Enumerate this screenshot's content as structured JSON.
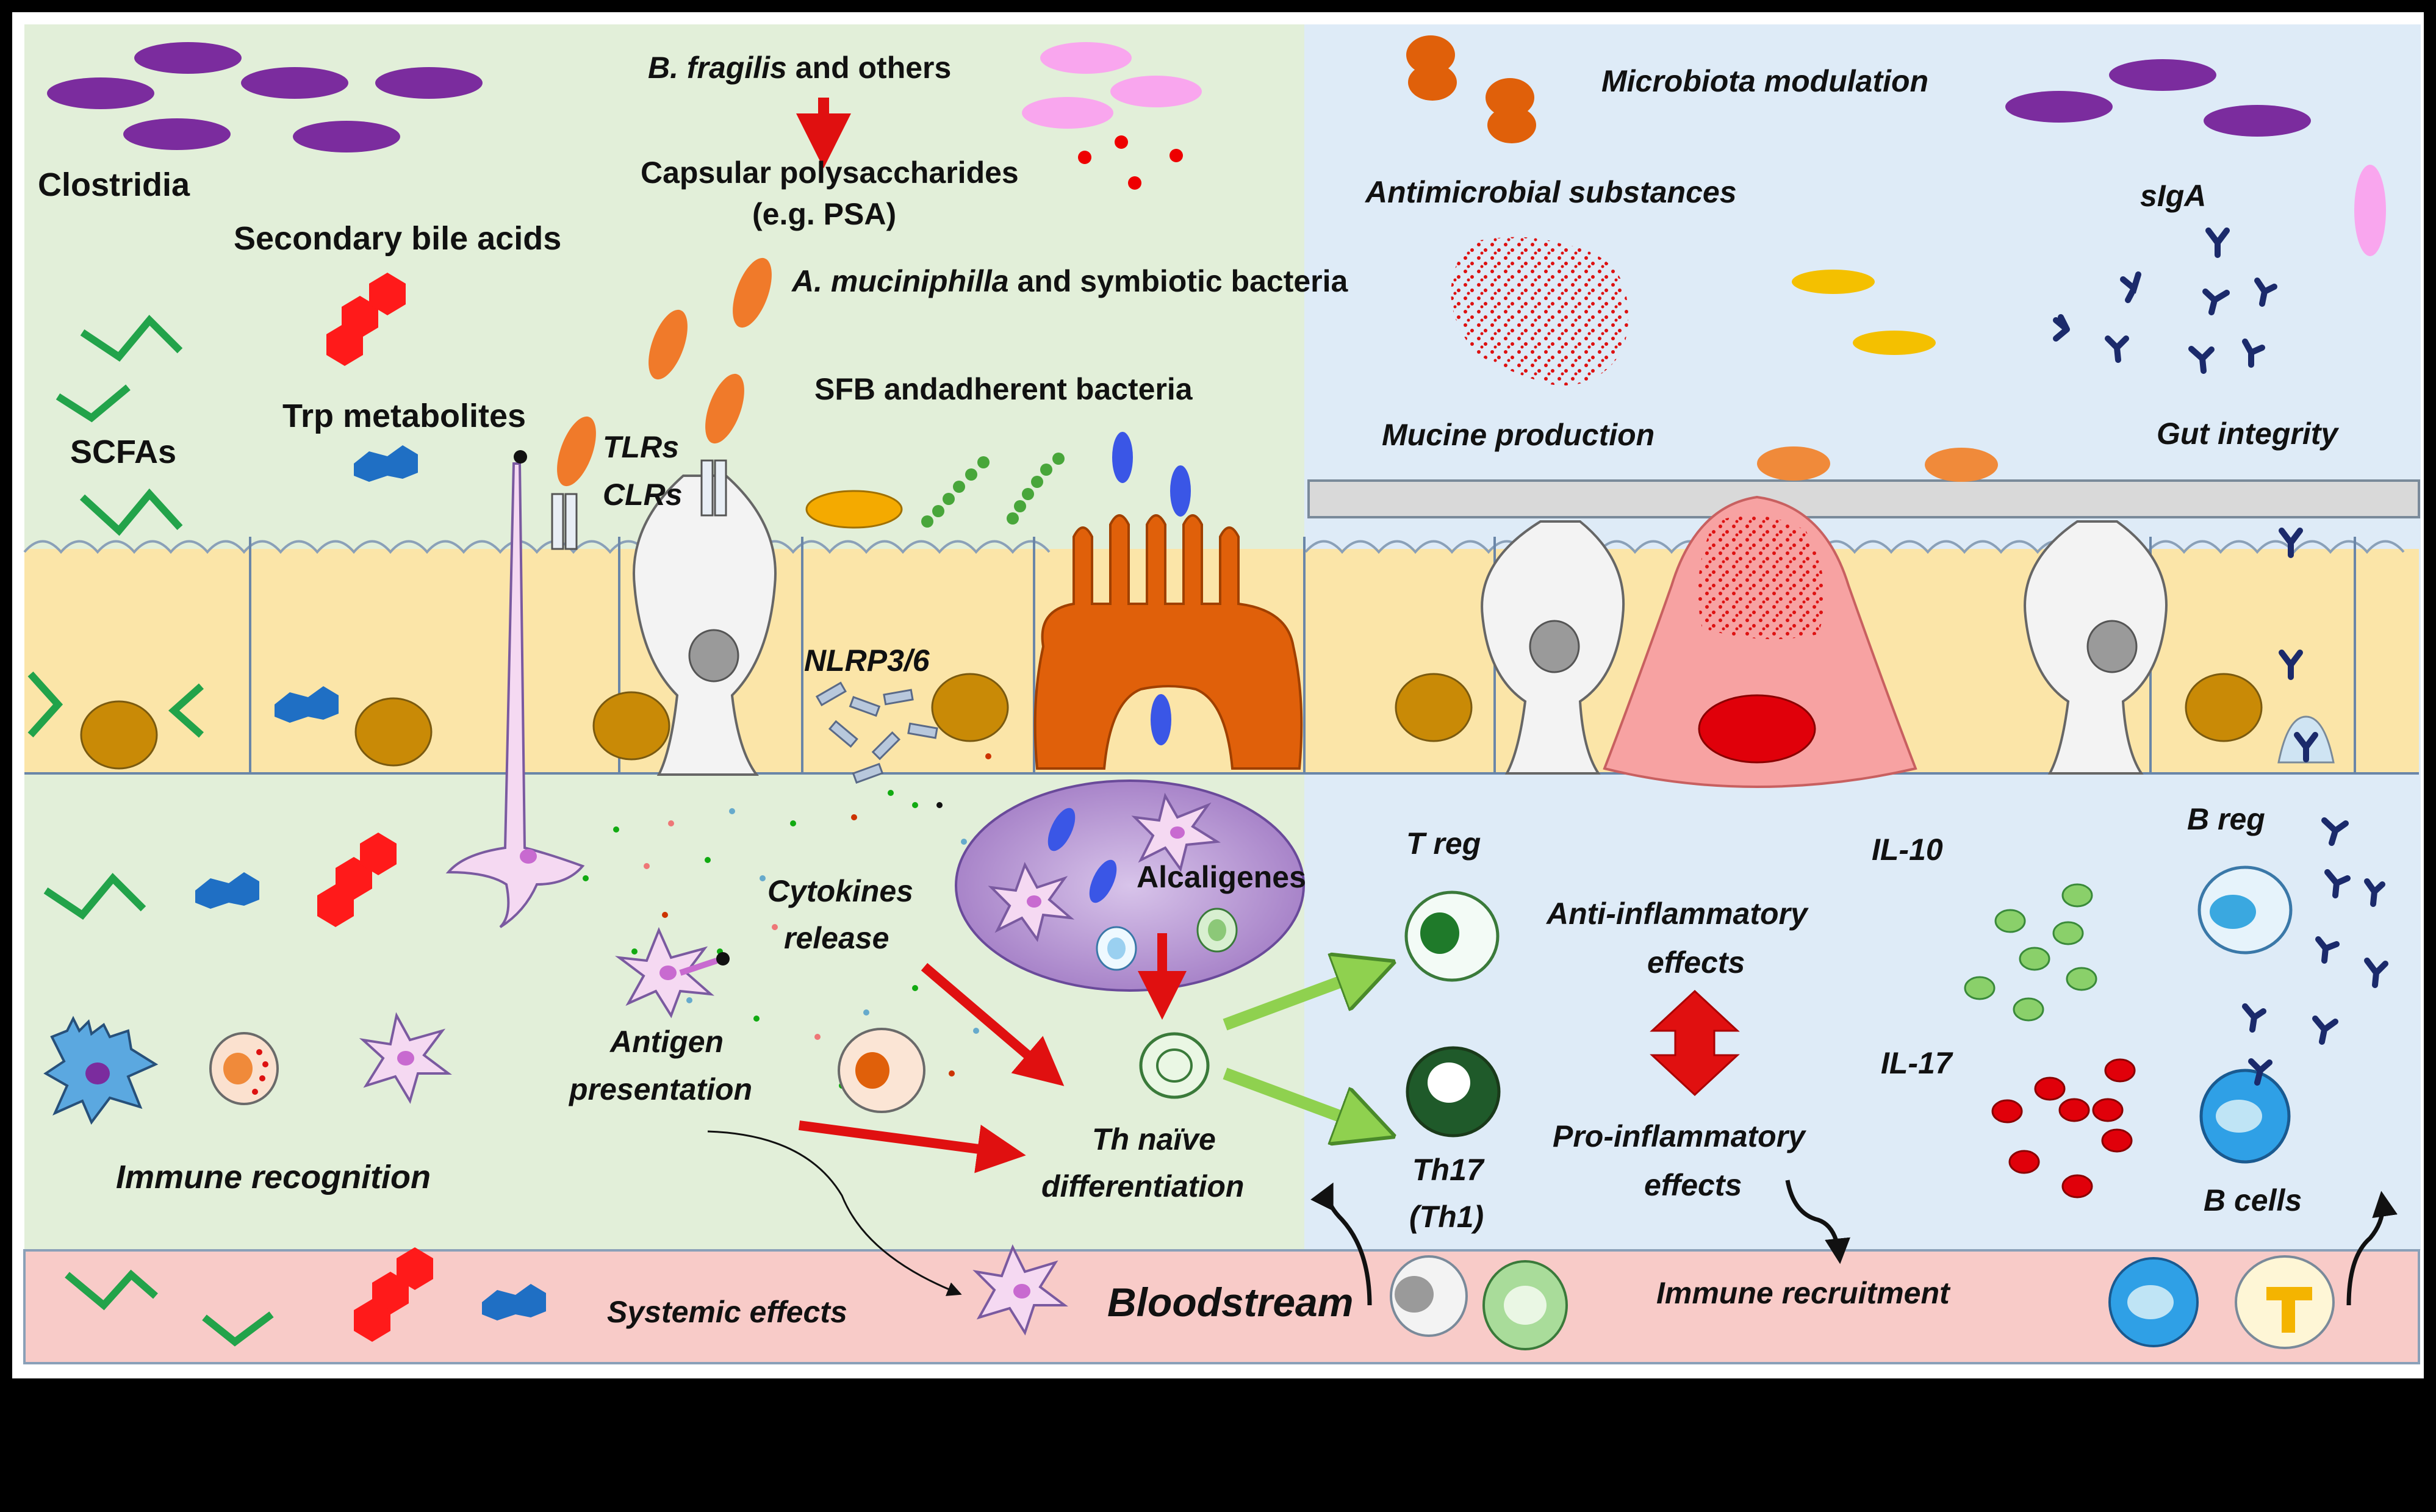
{
  "labels": {
    "clostridia": "Clostridia",
    "secondary_bile_acids": "Secondary bile acids",
    "scfas": "SCFAs",
    "trp_metabolites": "Trp metabolites",
    "b_fragilis_italic": "B. fragilis",
    "b_fragilis_rest": " and others",
    "capsular_line1": "Capsular polysaccharides",
    "capsular_line2": "(e.g. PSA)",
    "a_mucin_italic": "A. muciniphilla",
    "a_mucin_rest": " and symbiotic bacteria",
    "sfb": "SFB andadherent bacteria",
    "tlrs": "TLRs",
    "clrs": "CLRs",
    "nlrp": "NLRP3/6",
    "microbiota_modulation": "Microbiota modulation",
    "antimicrobial_substances": "Antimicrobial substances",
    "siga": "sIgA",
    "mucine_production": "Mucine production",
    "gut_integrity": "Gut integrity",
    "cytokines_line1": "Cytokines",
    "cytokines_line2": "release",
    "alcaligenes": "Alcaligenes",
    "antigen_line1": "Antigen",
    "antigen_line2": "presentation",
    "immune_recognition": "Immune  recognition",
    "th_naive_line1": "Th naïve",
    "th_naive_line2": "differentiation",
    "treg": "T reg",
    "th17_line1": "Th17",
    "th17_line2": "(Th1)",
    "anti_line1": "Anti-inflammatory",
    "anti_line2": "effects",
    "pro_line1": "Pro-inflammatory",
    "pro_line2": "effects",
    "il10": "IL-10",
    "il17": "IL-17",
    "breg": "B reg",
    "bcells": "B cells",
    "systemic_effects": "Systemic  effects",
    "bloodstream": "Bloodstream",
    "immune_recruitment": "Immune  recruitment"
  },
  "colors": {
    "left_panel": "#e2efd9",
    "right_panel": "#deebf7",
    "epithelium": "#fbe5a8",
    "nucleus": "#c98a06",
    "bloodstream": "#f8cbc8",
    "clostridia": "#7b2c9e",
    "bile_acids": "#ff1a1a",
    "scfa": "#22a34a",
    "trp": "#1f6fc4",
    "orange_bacteria": "#f07a2a",
    "red_arrow": "#e01010",
    "green_arrow": "#8fd14f",
    "siga": "#1b2a6b"
  }
}
